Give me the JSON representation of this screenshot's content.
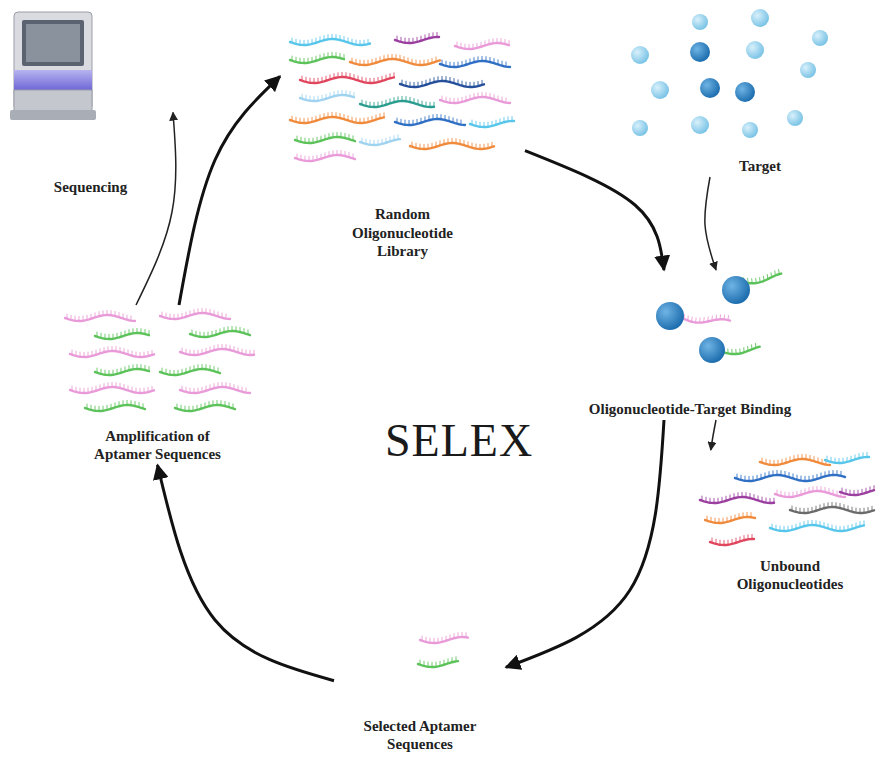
{
  "diagram": {
    "title": "SELEX",
    "nodes": [
      {
        "text": [
          "Sequencing"
        ]
      },
      {
        "text": [
          "Random Oligonucleotide Library"
        ]
      },
      {
        "text": [
          "Target"
        ]
      },
      {
        "text": [
          "Amplification of Aptamer Sequences"
        ]
      },
      {
        "text": [
          "Oligonucleotide-Target Binding"
        ]
      },
      {
        "text": [
          "Unbound Oligonucleotides"
        ]
      },
      {
        "text": [
          "Selected Aptamer Sequences"
        ]
      }
    ],
    "edges": [
      {
        "from": 1,
        "to": 4,
        "arrow": "to"
      },
      {
        "from": 2,
        "to": 4,
        "arrow": "to"
      },
      {
        "from": 4,
        "to": 5,
        "arrow": "to"
      },
      {
        "from": 4,
        "to": 6,
        "arrow": "to"
      },
      {
        "from": 6,
        "to": 3,
        "arrow": "to"
      },
      {
        "from": 3,
        "to": 1,
        "arrow": "to"
      },
      {
        "from": 3,
        "to": 0,
        "arrow": "to"
      }
    ]
  }
}
